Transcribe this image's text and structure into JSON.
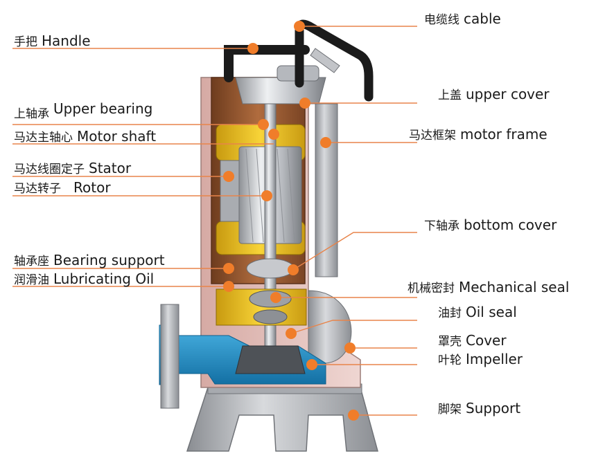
{
  "colors": {
    "leader": "#e8844a",
    "marker": "#f07d2a",
    "pump_water": "#1f8fc7",
    "stator_yellow": "#f2c21d",
    "rotor_silver": "#c9ccd1",
    "housing_brown": "#9a5a32",
    "casing_grey": "#b9bcc2"
  },
  "labels": {
    "cable": {
      "cn": "电缆线",
      "en": "cable"
    },
    "handle": {
      "cn": "手把",
      "en": "Handle"
    },
    "upper_cover": {
      "cn": "上盖",
      "en": "upper cover"
    },
    "upper_bearing": {
      "cn": "上轴承",
      "en": "Upper bearing"
    },
    "motor_frame": {
      "cn": "马达框架",
      "en": "motor frame"
    },
    "motor_shaft": {
      "cn": "马达主轴心",
      "en": "Motor shaft"
    },
    "stator": {
      "cn": "马达线圈定子",
      "en": "Stator"
    },
    "rotor": {
      "cn": "马达转子",
      "en": "Rotor"
    },
    "bottom_cover": {
      "cn": "下轴承",
      "en": "bottom cover"
    },
    "bearing_support": {
      "cn": "轴承座",
      "en": "Bearing support"
    },
    "lubricating_oil": {
      "cn": "润滑油",
      "en": "Lubricating Oil"
    },
    "mechanical_seal": {
      "cn": "机械密封",
      "en": "Mechanical seal"
    },
    "oil_seal": {
      "cn": "油封",
      "en": "Oil seal"
    },
    "cover": {
      "cn": "罩壳",
      "en": "Cover"
    },
    "impeller": {
      "cn": "叶轮",
      "en": "Impeller"
    },
    "support": {
      "cn": "脚架",
      "en": "Support"
    }
  }
}
